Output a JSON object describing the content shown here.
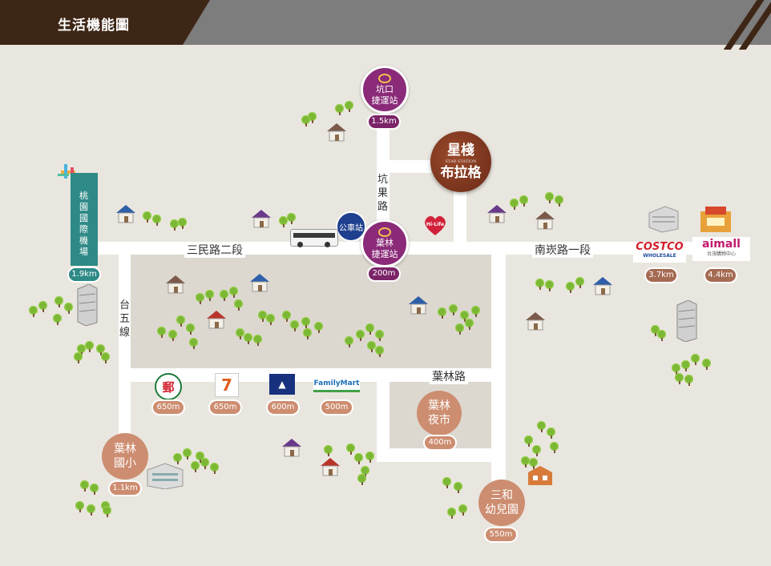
{
  "header": {
    "title": "生活機能圖"
  },
  "roads": {
    "sanmin": "三民路二段",
    "nankan": "南崁路一段",
    "yelin": "葉林路",
    "taiwu": "台五線",
    "kengguo": "坑果路"
  },
  "stations": {
    "kengkou": {
      "name": "坑口捷運站",
      "l1": "坑口",
      "l2": "捷運站",
      "distance": "1.5km"
    },
    "yelin": {
      "name": "葉林捷運站",
      "l1": "葉林",
      "l2": "捷運站",
      "distance": "200m"
    }
  },
  "bus_stop": "公車站",
  "project": {
    "l1": "星棧",
    "l2": "布拉格",
    "tag": "STAR STATION"
  },
  "airport": {
    "name": "桃園國際機場",
    "distance": "1.9km"
  },
  "hilife": "Hi-Life",
  "malls": {
    "costco": {
      "logo": "COSTCO",
      "sub": "WHOLESALE",
      "distance": "3.7km"
    },
    "taimall": {
      "logo": "aimall",
      "sub": "台茂購物中心",
      "distance": "4.4km"
    }
  },
  "stores": [
    {
      "name": "郵局",
      "glyph": "郵",
      "distance": "650m"
    },
    {
      "name": "7-ELEVEN",
      "glyph": "7",
      "distance": "650m"
    },
    {
      "name": "全聯",
      "glyph": "▲",
      "distance": "600m"
    },
    {
      "name": "FamilyMart",
      "glyph": "FamilyMart",
      "distance": "500m"
    }
  ],
  "poi": {
    "night_market": {
      "l1": "葉林",
      "l2": "夜市",
      "distance": "400m"
    },
    "school": {
      "l1": "葉林",
      "l2": "國小",
      "distance": "1.1km"
    },
    "kindergarten": {
      "l1": "三和",
      "l2": "幼兒園",
      "distance": "550m"
    }
  },
  "colors": {
    "header_brown": "#3e2616",
    "header_grey": "#7d7d7d",
    "purple": "#8a2a78",
    "tan": "#cd8d70",
    "teal": "#2e8a87",
    "background": "#e9e6df"
  }
}
